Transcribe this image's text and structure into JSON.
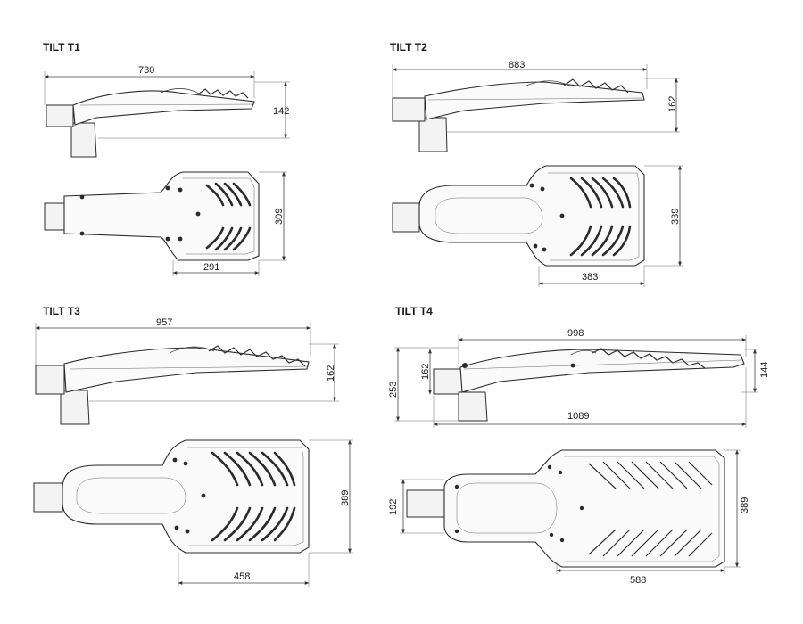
{
  "sheet": {
    "t1": {
      "title": "TILT T1",
      "length": "730",
      "height": "142",
      "width": "309",
      "head_width": "291"
    },
    "t2": {
      "title": "TILT T2",
      "length": "883",
      "height": "162",
      "width": "339",
      "head_width": "383"
    },
    "t3": {
      "title": "TILT T3",
      "length": "957",
      "height": "162",
      "width": "389",
      "head_width": "458"
    },
    "t4": {
      "title": "TILT T4",
      "head_length": "998",
      "total_length": "1089",
      "height_total": "253",
      "height_arm": "162",
      "height_head": "144",
      "width": "389",
      "arm_width": "192",
      "head_width": "588"
    }
  },
  "colors": {
    "line": "#2b2b2b",
    "background": "#ffffff"
  }
}
